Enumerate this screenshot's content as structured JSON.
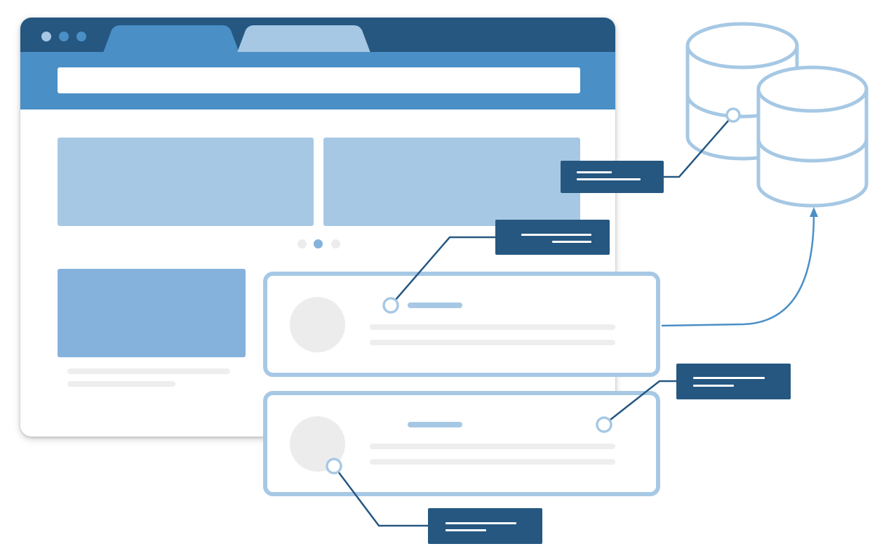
{
  "colors": {
    "dark_blue": "#255780",
    "mid_blue": "#4a8fc6",
    "light_blue": "#a6c8e4",
    "medium_light_blue": "#84b2dc",
    "gray": "#ececec",
    "connector": "#255780",
    "curve": "#4a8fc6"
  },
  "icons": {
    "window_controls": [
      "window-dot-icon",
      "window-dot-icon",
      "window-dot-icon"
    ],
    "database": "database-cylinder-icon",
    "connector_node": "connector-node-icon",
    "arrow": "arrow-up-icon"
  },
  "browser": {
    "tabs": [
      {
        "state": "active"
      },
      {
        "state": "inactive"
      }
    ],
    "carousel": {
      "pages": 3,
      "active_page": 2
    }
  },
  "cards": [
    {
      "role": "list-card"
    },
    {
      "role": "list-card"
    }
  ],
  "labels": [
    {
      "role": "database-label"
    },
    {
      "role": "card-1-label"
    },
    {
      "role": "card-2-right-label"
    },
    {
      "role": "card-2-avatar-label"
    }
  ]
}
